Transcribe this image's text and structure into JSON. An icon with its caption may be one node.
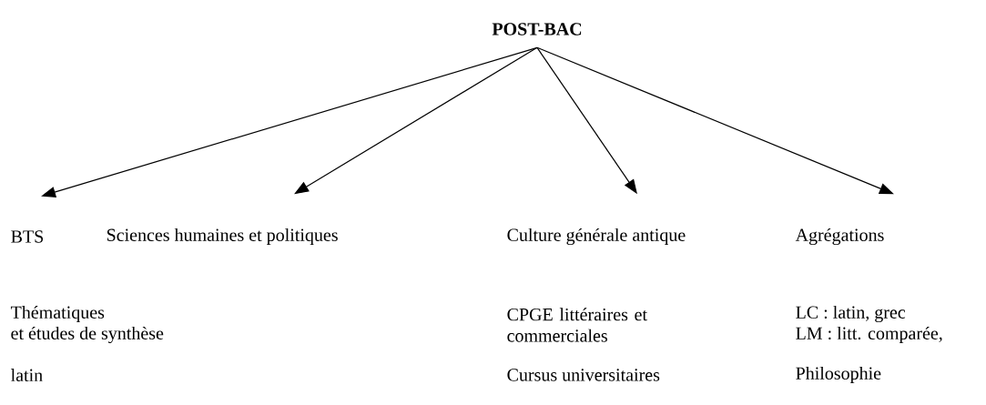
{
  "diagram": {
    "nodes": [
      {
        "text": [
          "POST-BAC"
        ]
      },
      {
        "text": [
          "BTS"
        ]
      },
      {
        "text": [
          "Sciences humaines et politiques"
        ]
      },
      {
        "text": [
          "Culture générale antique"
        ]
      },
      {
        "text": [
          "Agrégations"
        ]
      }
    ],
    "edges": [
      {
        "from": 0,
        "to": 1,
        "arrow": "to"
      },
      {
        "from": 0,
        "to": 2,
        "arrow": "to"
      },
      {
        "from": 0,
        "to": 3,
        "arrow": "to"
      },
      {
        "from": 0,
        "to": 4,
        "arrow": "to"
      }
    ],
    "labels": [
      "Thématiques",
      "CPGE littéraires et commerciales",
      "LC : latin, grec",
      "et études de synthèse",
      "LM : litt. comparée,",
      "latin",
      "Cursus universitaires",
      "Philosophie"
    ]
  }
}
